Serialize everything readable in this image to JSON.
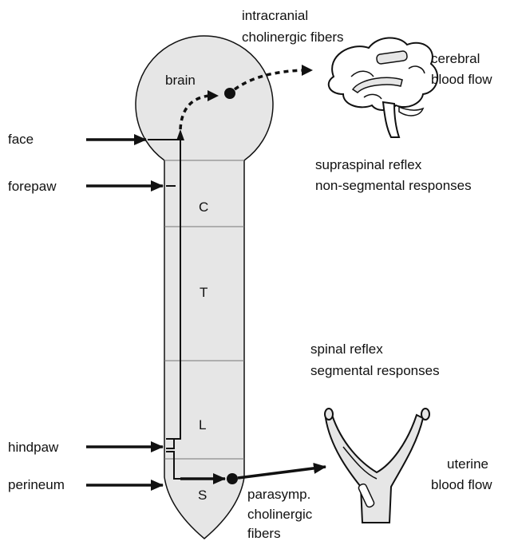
{
  "labels": {
    "brain": "brain",
    "intracranial_line1": "intracranial",
    "intracranial_line2": "cholinergic fibers",
    "cerebral_line1": "cerebral",
    "cerebral_line2": "blood flow",
    "supraspinal_line1": "supraspinal reflex",
    "supraspinal_line2": "non-segmental responses",
    "spinal_line1": "spinal reflex",
    "spinal_line2": "segmental responses",
    "uterine_line1": "uterine",
    "uterine_line2": "blood flow",
    "parasymp_line1": "parasymp.",
    "parasymp_line2": "cholinergic",
    "parasymp_line3": "fibers"
  },
  "inputs": {
    "face": "face",
    "forepaw": "forepaw",
    "hindpaw": "hindpaw",
    "perineum": "perineum"
  },
  "segments": {
    "cervical": "C",
    "thoracic": "T",
    "lumbar": "L",
    "sacral": "S"
  },
  "colors": {
    "cord_fill": "#e6e6e6",
    "stroke": "#111111"
  },
  "icons": {
    "brain": "brain-icon",
    "uterus": "uterus-icon"
  }
}
